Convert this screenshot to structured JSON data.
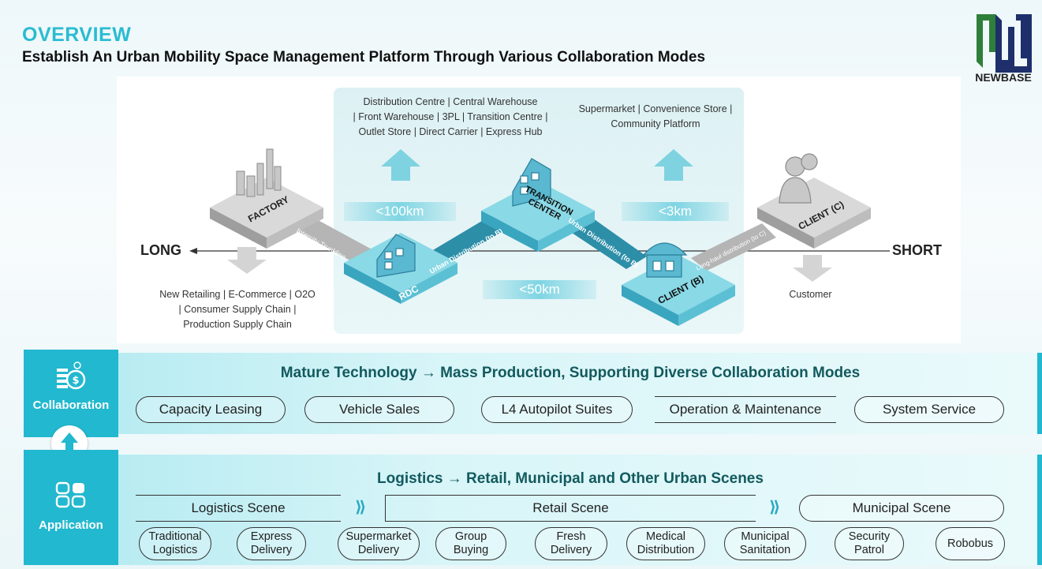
{
  "header": {
    "overview": "OVERVIEW",
    "subtitle": "Establish An Urban Mobility Space Management Platform Through Various Collaboration Modes"
  },
  "logo": {
    "text": "NEWBASE"
  },
  "diagram": {
    "axis_left": "LONG",
    "axis_right": "SHORT",
    "top_left_text": [
      "Distribution Centre | Central Warehouse",
      "| Front Warehouse | 3PL | Transition Centre |",
      "Outlet Store | Direct Carrier | Express Hub"
    ],
    "top_right_text": [
      "Supermarket | Convenience Store |",
      "Community Platform"
    ],
    "bottom_left_text": [
      "New Retailing | E-Commerce | O2O",
      "| Consumer Supply Chain |",
      "Production Supply Chain"
    ],
    "bottom_right_text": "Customer",
    "km_100": "<100km",
    "km_3": "<3km",
    "km_50": "<50km",
    "nodes": {
      "factory": "FACTORY",
      "rdc": "RDC",
      "transition": "TRANSITION CENTER",
      "client_b": "CLIENT (B)",
      "client_c": "CLIENT (C)"
    },
    "links": {
      "intercity": "Intercity Trunkline",
      "urban_b1": "Urban Distribution (to B)",
      "urban_b2": "Urban Distribution (to B)",
      "last_mile": "Long-haul distribution (to C)"
    }
  },
  "collaboration": {
    "label": "Collaboration",
    "headline": "Mature Technology → Mass Production, Supporting Diverse Collaboration Modes",
    "items": [
      "Capacity Leasing",
      "Vehicle Sales",
      "L4 Autopilot Suites",
      "Operation & Maintenance",
      "System Service"
    ]
  },
  "application": {
    "label": "Application",
    "headline": "Logistics → Retail, Municipal and Other Urban Scenes",
    "scenes": [
      "Logistics Scene",
      "Retail Scene",
      "Municipal Scene"
    ],
    "items": [
      "Traditional Logistics",
      "Express Delivery",
      "Supermarket Delivery",
      "Group Buying",
      "Fresh Delivery",
      "Medical Distribution",
      "Municipal Sanitation",
      "Security Patrol",
      "Robobus"
    ]
  },
  "colors": {
    "accent": "#22b8cf",
    "title": "#29bcd2",
    "headline": "#125a5e",
    "logo_green": "#2f7f3a",
    "logo_navy": "#1e2f6b"
  },
  "icons": [
    "money-icon",
    "up-arrow-icon",
    "app-grid-icon",
    "factory-icon",
    "warehouse-icon",
    "store-icon",
    "person-icon"
  ]
}
